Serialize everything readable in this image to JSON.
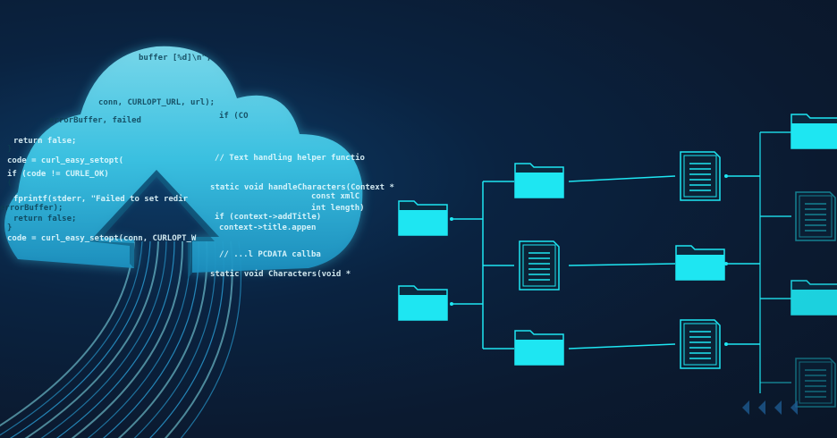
{
  "colors": {
    "background": "#0a1a30",
    "cloud": "#3cc6e6",
    "diagram": "#1ee6f2",
    "glow": "#7ff4ff"
  },
  "cloud": {
    "icon": "cloud-upload-icon",
    "code_lines": [
      "buffer [%d]\\n\",",
      "conn, CURLOPT_URL, url);",
      "if (CO",
      "errorBuffer, failed",
      "return false;",
      "}",
      "code = curl_easy_setopt(",
      "if (code != CURLE_OK)",
      "{",
      "fprintf(stderr, \"Failed to set redir",
      "errorBuffer);",
      "return false;",
      "}",
      "code = curl_easy_setopt(conn, CURLOPT_W",
      "// Text handling helper functio",
      "static void handleCharacters(Context *",
      "const xmlC",
      "int length)",
      "if (context->addTitle)",
      "context->title.appen",
      "// ...l PCDATA callba",
      "static void Characters(void *"
    ]
  },
  "diagram": {
    "column1": [
      "folder",
      "folder"
    ],
    "column2": [
      "folder",
      "document",
      "folder"
    ],
    "column3": [
      "document",
      "folder",
      "document"
    ],
    "column4": [
      "folder",
      "document",
      "folder",
      "document"
    ]
  }
}
